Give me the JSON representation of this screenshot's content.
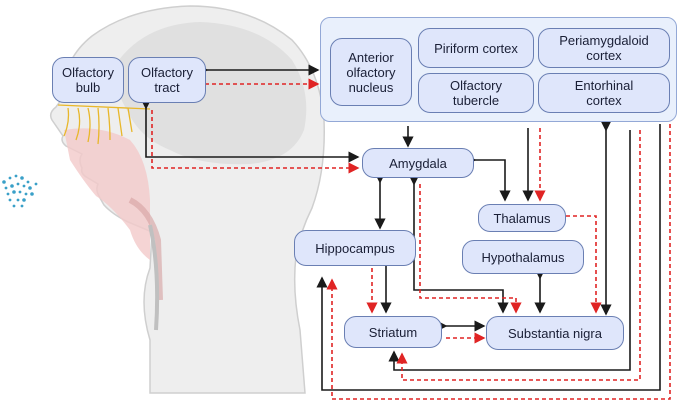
{
  "nodes": {
    "olfactory_bulb": "Olfactory\nbulb",
    "olfactory_tract": "Olfactory\ntract",
    "anterior_olfactory_nucleus": "Anterior\nolfactory\nnucleus",
    "piriform_cortex": "Piriform cortex",
    "periamygdaloid_cortex": "Periamygdaloid\ncortex",
    "olfactory_tubercle": "Olfactory\ntubercle",
    "entorhinal_cortex": "Entorhinal\ncortex",
    "amygdala": "Amygdala",
    "thalamus": "Thalamus",
    "hypothalamus": "Hypothalamus",
    "hippocampus": "Hippocampus",
    "striatum": "Striatum",
    "substantia_nigra": "Substantia nigra"
  },
  "colors": {
    "node_fill": "#dfe6fb",
    "node_border": "#6a7fb3",
    "cortex_fill": "#e9f0fc",
    "black_arrow": "#1a1a1a",
    "red_dashed_arrow": "#e02424",
    "head_outline": "#c9c9c9",
    "nerve_yellow": "#e8b72a",
    "odor_particles": "#3aa0c8"
  }
}
